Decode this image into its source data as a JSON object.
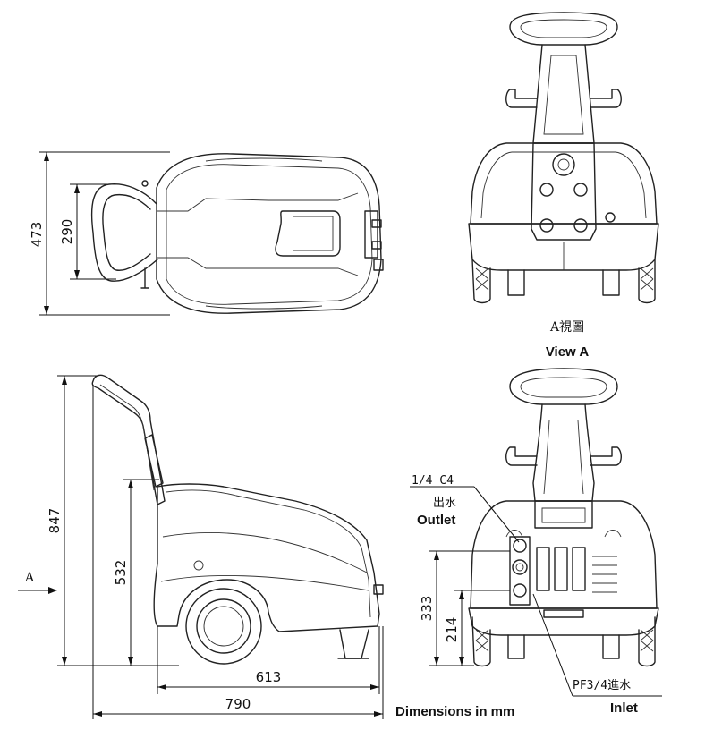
{
  "dimensions": {
    "top_width": "473",
    "top_handle_width": "290",
    "side_height": "847",
    "side_body_height": "532",
    "side_length_body": "613",
    "side_length_total": "790",
    "rear_outlet_height": "333",
    "rear_inlet_height": "214"
  },
  "labels": {
    "view_a_zh": "A視圖",
    "view_a_en": "View A",
    "arrow_a": "A",
    "outlet_spec": "1/4 C4",
    "outlet_zh": "出水",
    "outlet_en": "Outlet",
    "inlet_spec": "PF3/4進水",
    "inlet_en": "Inlet",
    "units_note": "Dimensions in mm"
  }
}
